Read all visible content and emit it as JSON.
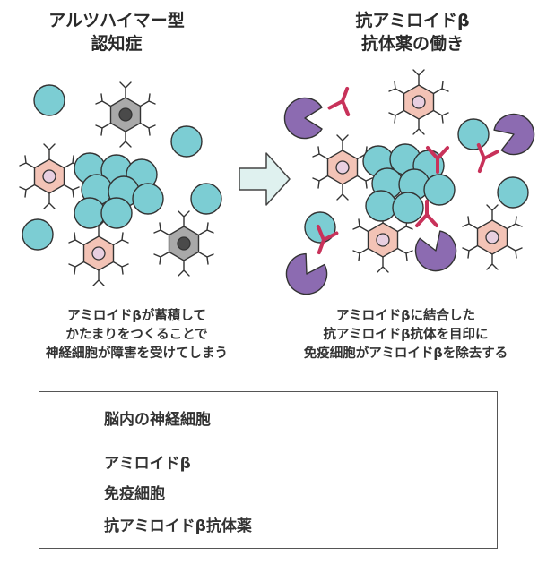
{
  "left_panel": {
    "title_line1": "アルツハイマー型",
    "title_line2": "認知症",
    "caption_line1": "アミロイドβが蓄積して",
    "caption_line2": "かたまりをつくることで",
    "caption_line3": "神経細胞が障害を受けてしまう"
  },
  "right_panel": {
    "title_line1": "抗アミロイドβ",
    "title_line2": "抗体薬の働き",
    "caption_line1": "アミロイドβに結合した",
    "caption_line2": "抗アミロイドβ抗体を目印に",
    "caption_line3": "免疫細胞がアミロイドβを除去する"
  },
  "legend": {
    "neuron": "脳内の神経細胞",
    "amyloid": "アミロイドβ",
    "immune": "免疫細胞",
    "antibody": "抗アミロイドβ抗体薬"
  },
  "colors": {
    "amyloid_fill": "#7ccdd3",
    "neuron_fill": "#f3c3b6",
    "neuron_nucleus": "#e8cfe0",
    "dead_neuron_fill": "#a9a9a9",
    "immune_fill": "#8c6bb1",
    "antibody": "#c8325a",
    "arrow_fill": "#dff1ef",
    "outline": "#333333"
  }
}
